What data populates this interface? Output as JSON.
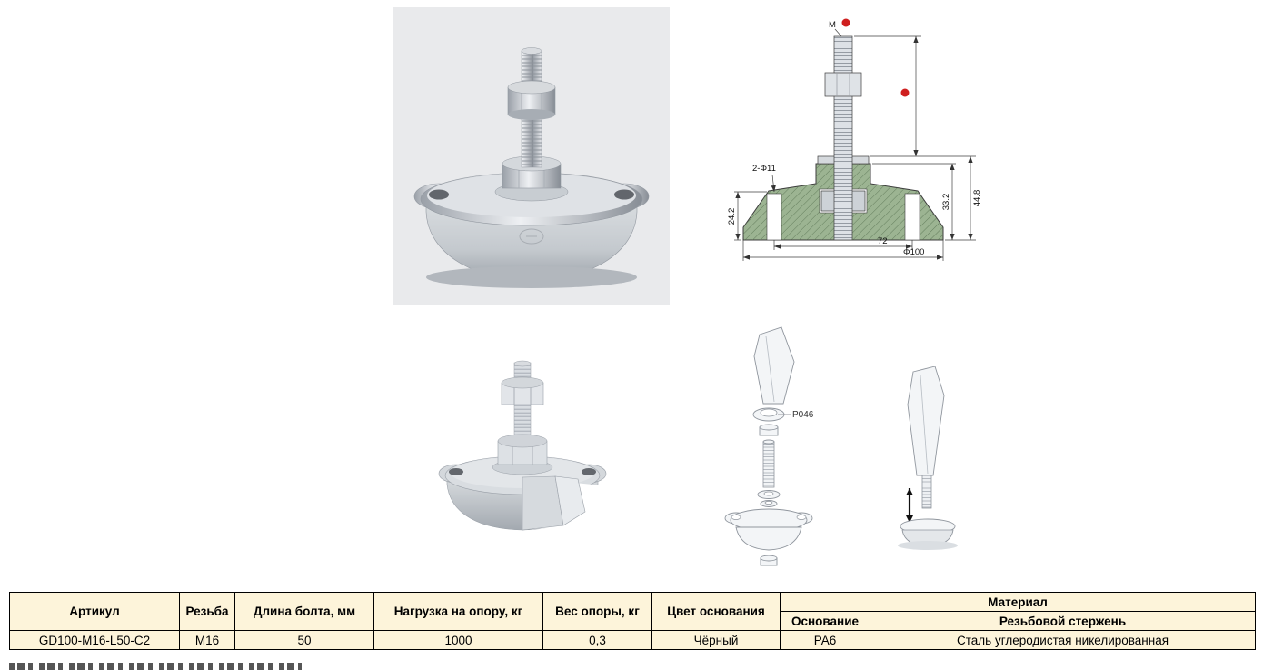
{
  "colors": {
    "table_bg": "#fdf4da",
    "section_green": "#9cb492",
    "marker_red": "#cf1f1f",
    "photo_bg": "#e9eaec"
  },
  "drawing": {
    "thread_label": "M",
    "holes_label": "2-Φ11",
    "dim_flange_height": "24.2",
    "dim_boss_height": "33.2",
    "dim_total_height": "44.8",
    "dim_hole_spacing": "72",
    "dim_diameter": "Φ100"
  },
  "exploded": {
    "part_label": "P046"
  },
  "table": {
    "headers": {
      "article": "Артикул",
      "thread": "Резьба",
      "bolt_length": "Длина болта, мм",
      "load": "Нагрузка на опору, кг",
      "weight": "Вес опоры, кг",
      "base_color": "Цвет основания",
      "material": "Материал",
      "material_base": "Основание",
      "material_rod": "Резьбовой стержень"
    },
    "row": {
      "article": "GD100-M16-L50-C2",
      "thread": "M16",
      "bolt_length": "50",
      "load": "1000",
      "weight": "0,3",
      "base_color": "Чёрный",
      "material_base": "PA6",
      "material_rod": "Сталь углеродистая никелированная"
    }
  }
}
